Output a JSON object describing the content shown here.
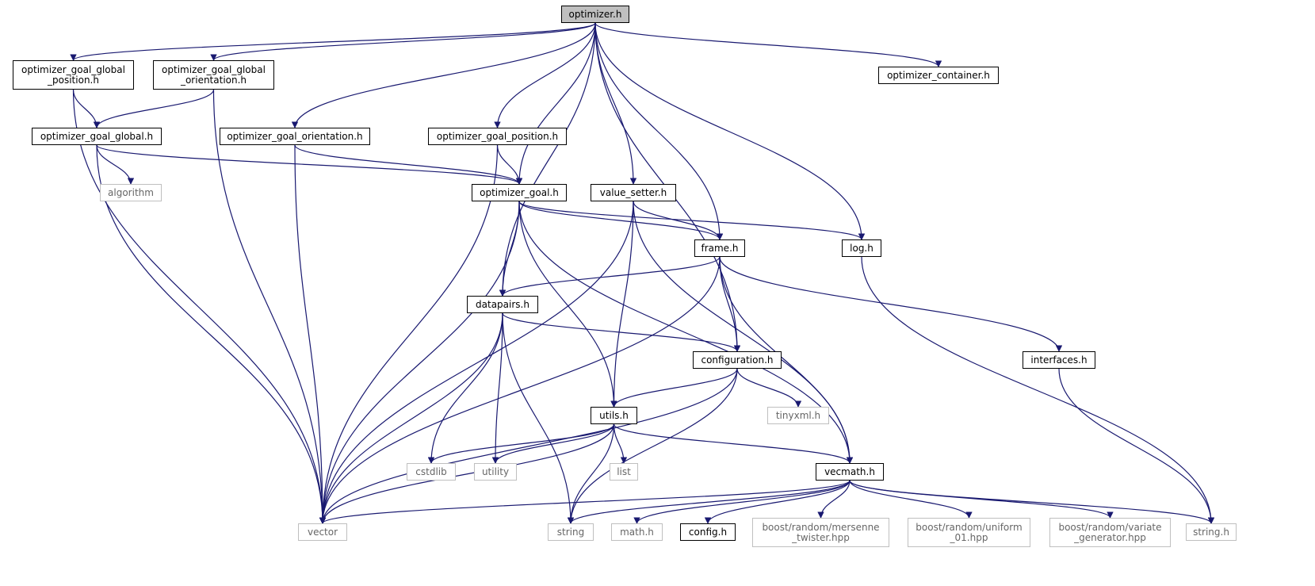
{
  "colors": {
    "edge": "#191970",
    "node_border": "#000000",
    "system_border": "#bfbfbf",
    "root_fill": "#bfbfbf"
  },
  "nodes": [
    {
      "id": "optimizer_h",
      "label": "optimizer.h"
    },
    {
      "id": "goal_global_position_h",
      "label": "optimizer_goal_global\n_position.h"
    },
    {
      "id": "goal_global_orientation_h",
      "label": "optimizer_goal_global\n_orientation.h"
    },
    {
      "id": "optimizer_container_h",
      "label": "optimizer_container.h"
    },
    {
      "id": "goal_global_h",
      "label": "optimizer_goal_global.h"
    },
    {
      "id": "goal_orientation_h",
      "label": "optimizer_goal_orientation.h"
    },
    {
      "id": "goal_position_h",
      "label": "optimizer_goal_position.h"
    },
    {
      "id": "algorithm",
      "label": "algorithm"
    },
    {
      "id": "optimizer_goal_h",
      "label": "optimizer_goal.h"
    },
    {
      "id": "value_setter_h",
      "label": "value_setter.h"
    },
    {
      "id": "log_h",
      "label": "log.h"
    },
    {
      "id": "frame_h",
      "label": "frame.h"
    },
    {
      "id": "datapairs_h",
      "label": "datapairs.h"
    },
    {
      "id": "configuration_h",
      "label": "configuration.h"
    },
    {
      "id": "interfaces_h",
      "label": "interfaces.h"
    },
    {
      "id": "tinyxml_h",
      "label": "tinyxml.h"
    },
    {
      "id": "utils_h",
      "label": "utils.h"
    },
    {
      "id": "cstdlib",
      "label": "cstdlib"
    },
    {
      "id": "utility",
      "label": "utility"
    },
    {
      "id": "list",
      "label": "list"
    },
    {
      "id": "vecmath_h",
      "label": "vecmath.h"
    },
    {
      "id": "vector",
      "label": "vector"
    },
    {
      "id": "string",
      "label": "string"
    },
    {
      "id": "math_h",
      "label": "math.h"
    },
    {
      "id": "config_h",
      "label": "config.h"
    },
    {
      "id": "mersenne_twister_hpp",
      "label": "boost/random/mersenne\n_twister.hpp"
    },
    {
      "id": "uniform_01_hpp",
      "label": "boost/random/uniform\n_01.hpp"
    },
    {
      "id": "variate_generator_hpp",
      "label": "boost/random/variate\n_generator.hpp"
    },
    {
      "id": "string_h",
      "label": "string.h"
    }
  ],
  "edges": [
    [
      "optimizer_h",
      "goal_global_position_h"
    ],
    [
      "optimizer_h",
      "goal_global_orientation_h"
    ],
    [
      "optimizer_h",
      "goal_orientation_h"
    ],
    [
      "optimizer_h",
      "goal_position_h"
    ],
    [
      "optimizer_h",
      "optimizer_goal_h"
    ],
    [
      "optimizer_h",
      "datapairs_h"
    ],
    [
      "optimizer_h",
      "value_setter_h"
    ],
    [
      "optimizer_h",
      "frame_h"
    ],
    [
      "optimizer_h",
      "configuration_h"
    ],
    [
      "optimizer_h",
      "log_h"
    ],
    [
      "optimizer_h",
      "optimizer_container_h"
    ],
    [
      "goal_global_position_h",
      "goal_global_h"
    ],
    [
      "goal_global_position_h",
      "vector"
    ],
    [
      "goal_global_orientation_h",
      "goal_global_h"
    ],
    [
      "goal_global_orientation_h",
      "vector"
    ],
    [
      "goal_global_h",
      "algorithm"
    ],
    [
      "goal_global_h",
      "optimizer_goal_h"
    ],
    [
      "goal_global_h",
      "vector"
    ],
    [
      "goal_orientation_h",
      "optimizer_goal_h"
    ],
    [
      "goal_orientation_h",
      "vector"
    ],
    [
      "goal_position_h",
      "optimizer_goal_h"
    ],
    [
      "goal_position_h",
      "vector"
    ],
    [
      "optimizer_goal_h",
      "datapairs_h"
    ],
    [
      "optimizer_goal_h",
      "frame_h"
    ],
    [
      "optimizer_goal_h",
      "log_h"
    ],
    [
      "optimizer_goal_h",
      "utils_h"
    ],
    [
      "optimizer_goal_h",
      "vecmath_h"
    ],
    [
      "optimizer_goal_h",
      "vector"
    ],
    [
      "value_setter_h",
      "frame_h"
    ],
    [
      "value_setter_h",
      "utils_h"
    ],
    [
      "value_setter_h",
      "vecmath_h"
    ],
    [
      "value_setter_h",
      "vector"
    ],
    [
      "frame_h",
      "datapairs_h"
    ],
    [
      "frame_h",
      "configuration_h"
    ],
    [
      "frame_h",
      "interfaces_h"
    ],
    [
      "frame_h",
      "vecmath_h"
    ],
    [
      "frame_h",
      "vector"
    ],
    [
      "log_h",
      "string_h"
    ],
    [
      "datapairs_h",
      "configuration_h"
    ],
    [
      "datapairs_h",
      "cstdlib"
    ],
    [
      "datapairs_h",
      "utility"
    ],
    [
      "datapairs_h",
      "string"
    ],
    [
      "datapairs_h",
      "vector"
    ],
    [
      "configuration_h",
      "utils_h"
    ],
    [
      "configuration_h",
      "tinyxml_h"
    ],
    [
      "configuration_h",
      "string"
    ],
    [
      "configuration_h",
      "vector"
    ],
    [
      "interfaces_h",
      "string_h"
    ],
    [
      "utils_h",
      "cstdlib"
    ],
    [
      "utils_h",
      "utility"
    ],
    [
      "utils_h",
      "list"
    ],
    [
      "utils_h",
      "string"
    ],
    [
      "utils_h",
      "vector"
    ],
    [
      "utils_h",
      "vecmath_h"
    ],
    [
      "vecmath_h",
      "vector"
    ],
    [
      "vecmath_h",
      "string"
    ],
    [
      "vecmath_h",
      "math_h"
    ],
    [
      "vecmath_h",
      "config_h"
    ],
    [
      "vecmath_h",
      "mersenne_twister_hpp"
    ],
    [
      "vecmath_h",
      "uniform_01_hpp"
    ],
    [
      "vecmath_h",
      "variate_generator_hpp"
    ],
    [
      "vecmath_h",
      "string_h"
    ]
  ]
}
